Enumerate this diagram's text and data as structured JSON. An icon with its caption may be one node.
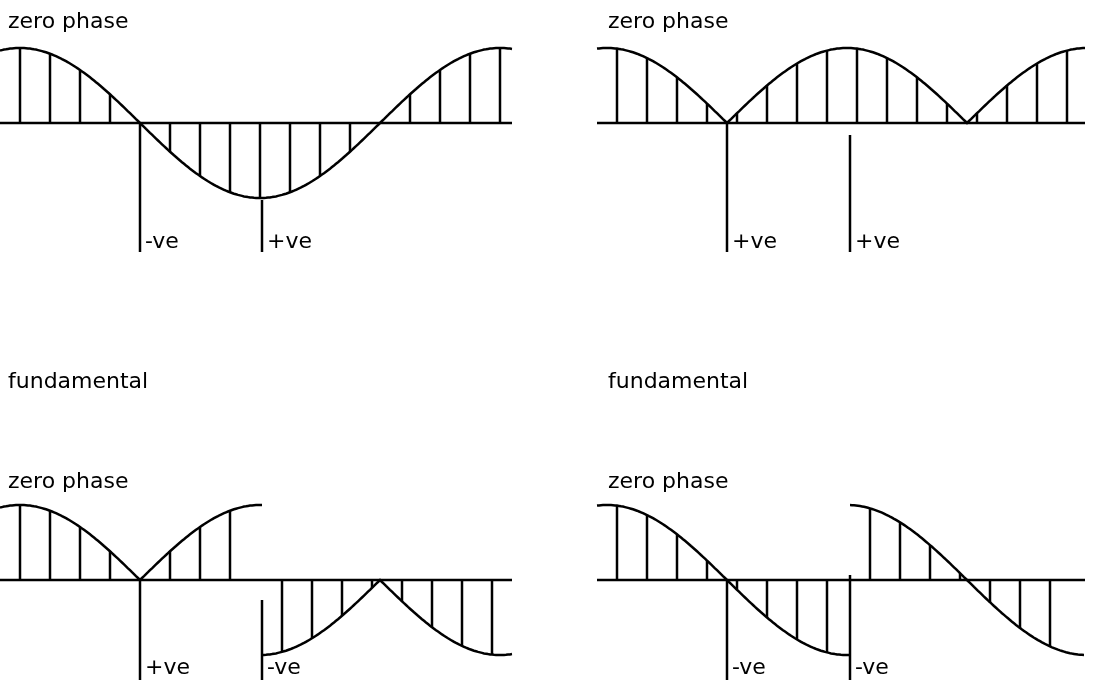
{
  "diagram": {
    "labels": [
      "zero phase",
      "zero phase",
      "-ve",
      "+ve",
      "+ve",
      "+ve",
      "fundamental",
      "fundamental",
      "zero phase",
      "zero phase",
      "+ve",
      "-ve",
      "-ve",
      "-ve"
    ]
  }
}
